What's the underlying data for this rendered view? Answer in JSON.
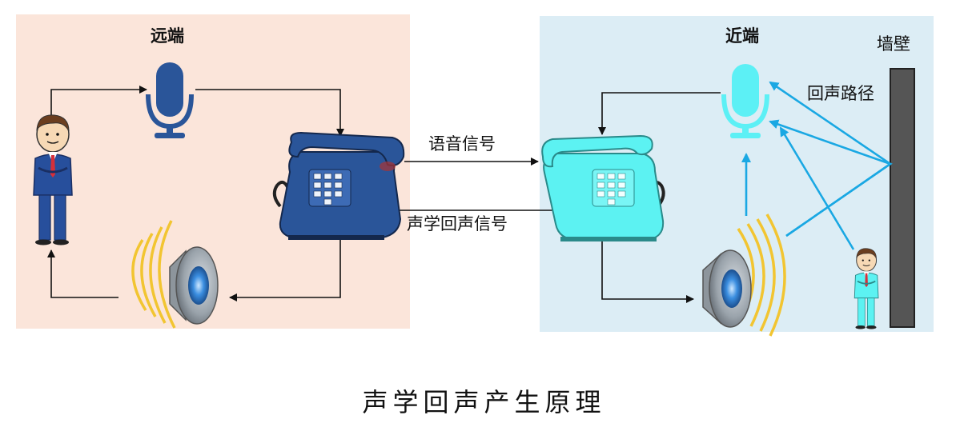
{
  "diagram": {
    "far_end": {
      "title": "远端",
      "bg_color": "#fbe5da",
      "phone_color": "#2a5599",
      "mic_color": "#2a5599"
    },
    "near_end": {
      "title": "近端",
      "bg_color": "#dcedf5",
      "phone_color": "#5cf2f2",
      "mic_color": "#5cf0f5"
    },
    "wall_label": "墙壁",
    "echo_path_label": "回声路径",
    "signal_labels": {
      "voice_signal": "语音信号",
      "acoustic_echo_signal": "声学回声信号"
    },
    "icons": [
      "person-icon",
      "microphone-icon",
      "telephone-icon",
      "speaker-icon",
      "wall"
    ],
    "colors": {
      "arrow": "#111111",
      "echo_arrow": "#1aa8e3",
      "wall": "#555555"
    }
  },
  "caption": "声学回声产生原理"
}
